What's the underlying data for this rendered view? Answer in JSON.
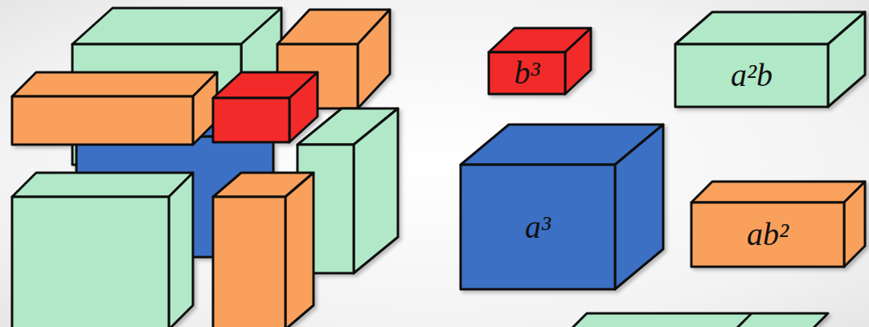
{
  "diagram": {
    "nodes": [
      {
        "text": [
          "b³"
        ]
      },
      {
        "text": [
          "a²b"
        ]
      },
      {
        "text": [
          "a³"
        ]
      },
      {
        "text": [
          "ab²"
        ]
      }
    ]
  }
}
